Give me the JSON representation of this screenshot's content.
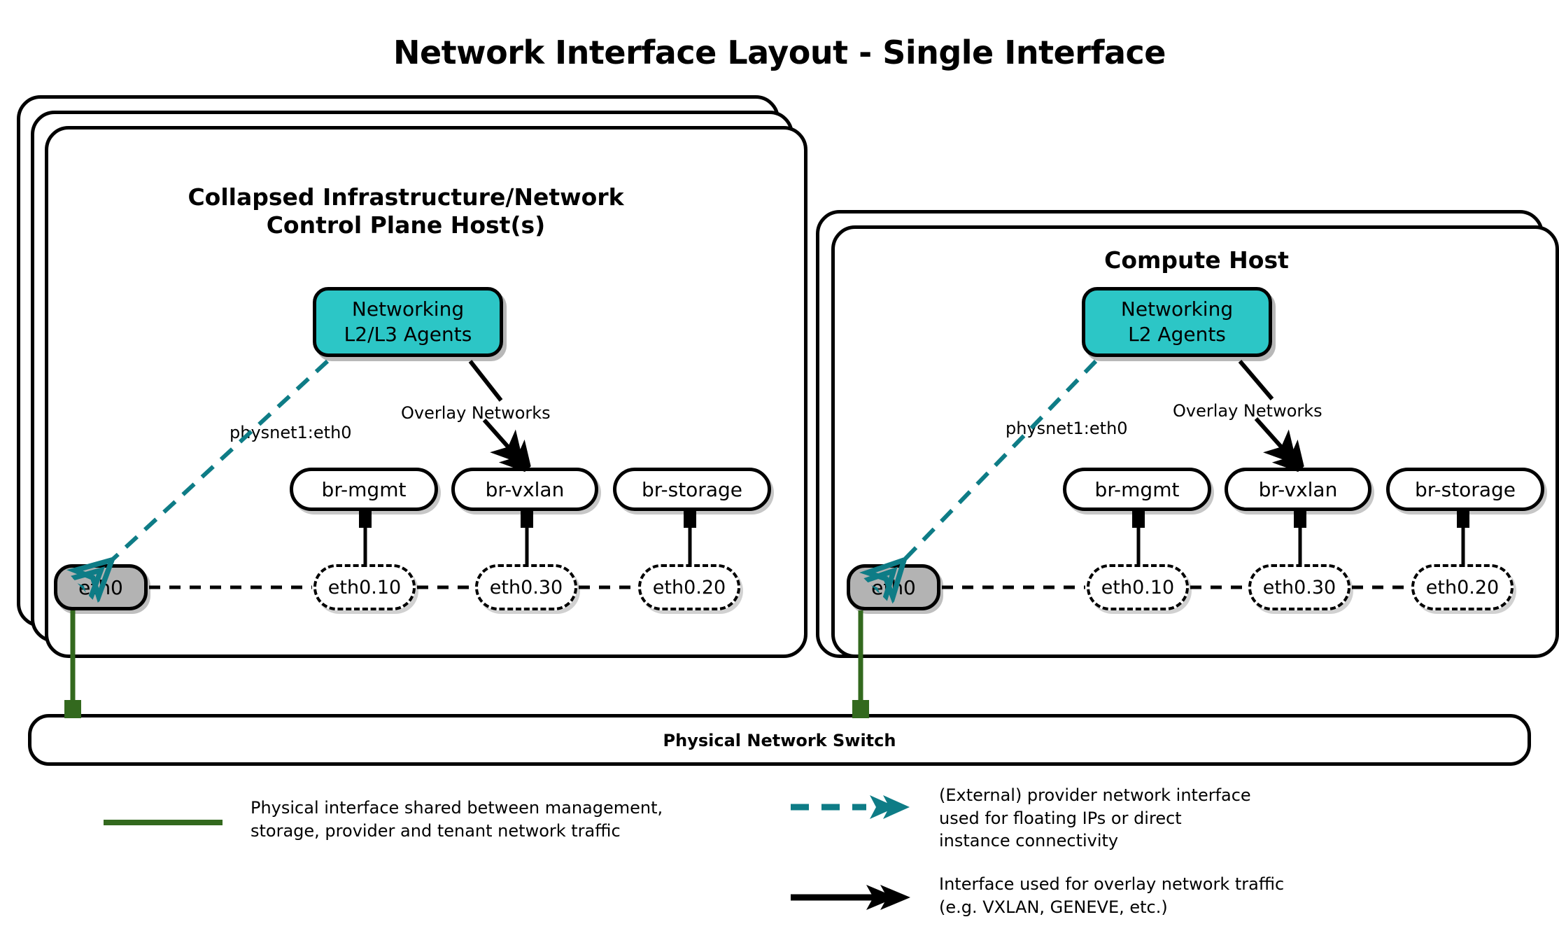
{
  "title": "Network Interface Layout - Single Interface",
  "colors": {
    "agent_fill": "#2CC6C6",
    "nic_fill": "#B3B3B3",
    "provider_teal": "#0E7C86",
    "physical_green": "#33691E",
    "stroke": "#000000"
  },
  "hosts": [
    {
      "id": "control-plane-host",
      "title": "Collapsed Infrastructure/Network\nControl Plane Host(s)",
      "title_line1": "Collapsed Infrastructure/Network",
      "title_line2": "Control Plane Host(s)",
      "stack_layers": 3,
      "agent": {
        "line1": "Networking",
        "line2": "L2/L3 Agents"
      },
      "provider_label": "physnet1:eth0",
      "overlay_label": "Overlay Networks",
      "nic": "eth0",
      "bridges": [
        "br-mgmt",
        "br-vxlan",
        "br-storage"
      ],
      "vlans": [
        "eth0.10",
        "eth0.30",
        "eth0.20"
      ]
    },
    {
      "id": "compute-host",
      "title": "Compute Host",
      "title_line1": "Compute Host",
      "title_line2": "",
      "stack_layers": 2,
      "agent": {
        "line1": "Networking",
        "line2": "L2 Agents"
      },
      "provider_label": "physnet1:eth0",
      "overlay_label": "Overlay Networks",
      "nic": "eth0",
      "bridges": [
        "br-mgmt",
        "br-vxlan",
        "br-storage"
      ],
      "vlans": [
        "eth0.10",
        "eth0.30",
        "eth0.20"
      ]
    }
  ],
  "switch": {
    "label": "Physical Network Switch"
  },
  "legend": {
    "items": [
      {
        "icon": "green-solid-line",
        "text": "Physical interface shared between management,\nstorage, provider and tenant network traffic"
      },
      {
        "icon": "teal-dashed-double-arrow",
        "text": "(External) provider network interface\nused for floating IPs or direct\ninstance connectivity"
      },
      {
        "icon": "black-solid-double-arrow",
        "text": "Interface used for overlay network traffic\n(e.g. VXLAN, GENEVE, etc.)"
      }
    ]
  }
}
